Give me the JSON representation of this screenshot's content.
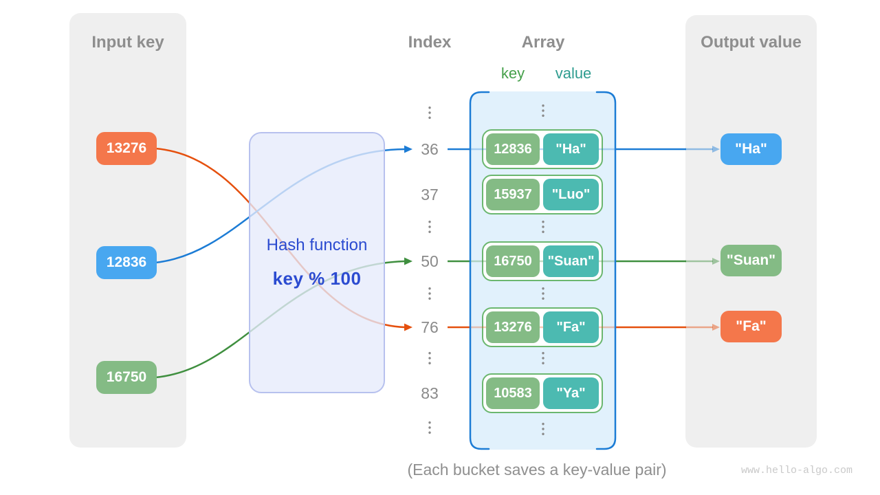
{
  "panels": {
    "input": {
      "title": "Input key",
      "items": [
        {
          "label": "13276",
          "color": "#F4774B"
        },
        {
          "label": "12836",
          "color": "#48A7F0"
        },
        {
          "label": "16750",
          "color": "#84BB85"
        }
      ]
    },
    "output": {
      "title": "Output value",
      "items": [
        {
          "label": "\"Ha\"",
          "color": "#48A7F0"
        },
        {
          "label": "\"Suan\"",
          "color": "#84BB85"
        },
        {
          "label": "\"Fa\"",
          "color": "#F4774B"
        }
      ]
    }
  },
  "hash_box": {
    "title": "Hash function",
    "formula": "key % 100"
  },
  "index_column": {
    "title": "Index",
    "values": [
      "36",
      "37",
      "50",
      "76",
      "83"
    ]
  },
  "array": {
    "title": "Array",
    "key_label": "key",
    "value_label": "value",
    "buckets": [
      {
        "key": "12836",
        "value": "\"Ha\""
      },
      {
        "key": "15937",
        "value": "\"Luo\""
      },
      {
        "key": "16750",
        "value": "\"Suan\""
      },
      {
        "key": "13276",
        "value": "\"Fa\""
      },
      {
        "key": "10583",
        "value": "\"Ya\""
      }
    ]
  },
  "caption": "(Each bucket saves a key-value pair)",
  "watermark": "www.hello-algo.com",
  "colors": {
    "panel_bg": "#EFEFEF",
    "heading_text": "#8E8E8E",
    "index_text": "#8A8A8A",
    "orange": "#F4774B",
    "blue": "#48A7F0",
    "green": "#84BB85",
    "teal": "#4CBAB1",
    "line_orange": "#E5500E",
    "line_blue": "#1C7CD5",
    "line_green": "#3F8F3F",
    "hash_text": "#2B4BD0",
    "hash_box_border": "#B7C1EE",
    "array_border": "#1C7CD5",
    "bucket_border": "#6BB76F",
    "key_label_text": "#46A04B",
    "value_label_text": "#2E9C8F",
    "caption_text": "#8F8F8F",
    "watermark_text": "#C9C9C9"
  }
}
